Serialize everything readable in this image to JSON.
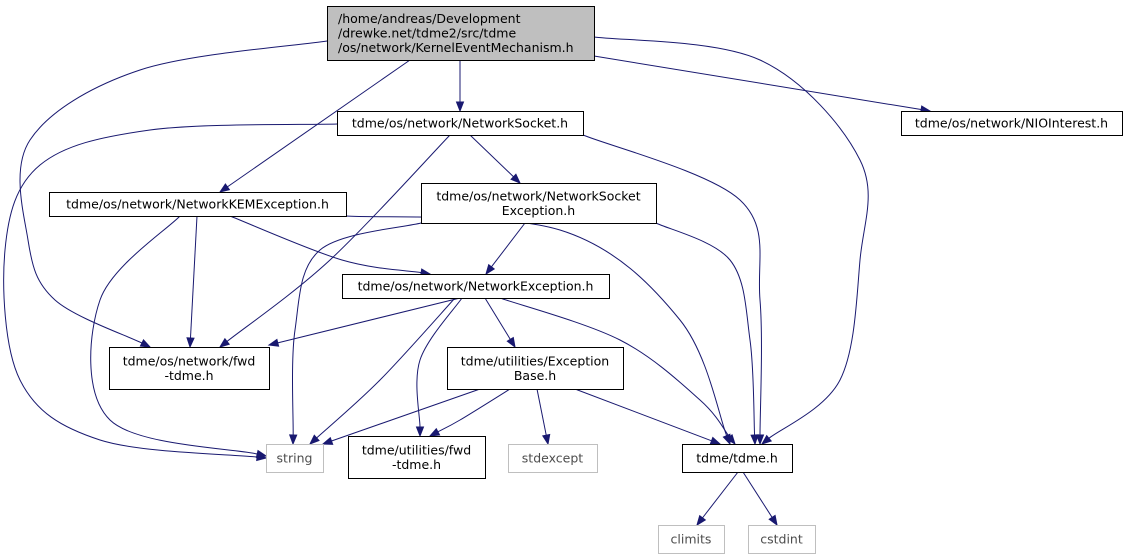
{
  "diagram": {
    "colors": {
      "edge": "#191970",
      "root_fill": "#bfbfbf",
      "node_fill": "#ffffff",
      "node_border": "#000000",
      "external_border": "#bfbfbf",
      "external_text": "#4d4d4d"
    },
    "nodes": [
      {
        "id": "root",
        "lines": [
          "/home/andreas/Development",
          "/drewke.net/tdme2/src/tdme",
          "/os/network/KernelEventMechanism.h"
        ],
        "kind": "root"
      },
      {
        "id": "networksocket",
        "lines": [
          "tdme/os/network/NetworkSocket.h"
        ],
        "kind": "normal"
      },
      {
        "id": "niointerest",
        "lines": [
          "tdme/os/network/NIOInterest.h"
        ],
        "kind": "normal"
      },
      {
        "id": "kemexception",
        "lines": [
          "tdme/os/network/NetworkKEMException.h"
        ],
        "kind": "normal"
      },
      {
        "id": "socketexception",
        "lines": [
          "tdme/os/network/NetworkSocket",
          "Exception.h"
        ],
        "kind": "normal"
      },
      {
        "id": "networkexception",
        "lines": [
          "tdme/os/network/NetworkException.h"
        ],
        "kind": "normal"
      },
      {
        "id": "netfwd",
        "lines": [
          "tdme/os/network/fwd",
          "-tdme.h"
        ],
        "kind": "normal"
      },
      {
        "id": "exceptionbase",
        "lines": [
          "tdme/utilities/Exception",
          "Base.h"
        ],
        "kind": "normal"
      },
      {
        "id": "string",
        "lines": [
          "string"
        ],
        "kind": "external"
      },
      {
        "id": "utilfwd",
        "lines": [
          "tdme/utilities/fwd",
          "-tdme.h"
        ],
        "kind": "normal"
      },
      {
        "id": "stdexcept",
        "lines": [
          "stdexcept"
        ],
        "kind": "external"
      },
      {
        "id": "tdmeh",
        "lines": [
          "tdme/tdme.h"
        ],
        "kind": "normal"
      },
      {
        "id": "climits",
        "lines": [
          "climits"
        ],
        "kind": "external"
      },
      {
        "id": "cstdint",
        "lines": [
          "cstdint"
        ],
        "kind": "external"
      }
    ],
    "edges": [
      [
        "root",
        "networksocket"
      ],
      [
        "root",
        "niointerest"
      ],
      [
        "root",
        "kemexception"
      ],
      [
        "root",
        "netfwd"
      ],
      [
        "root",
        "tdmeh"
      ],
      [
        "networksocket",
        "socketexception"
      ],
      [
        "networksocket",
        "netfwd"
      ],
      [
        "networksocket",
        "string"
      ],
      [
        "networksocket",
        "tdmeh"
      ],
      [
        "kemexception",
        "networkexception"
      ],
      [
        "kemexception",
        "netfwd"
      ],
      [
        "kemexception",
        "string"
      ],
      [
        "kemexception",
        "tdmeh"
      ],
      [
        "socketexception",
        "networkexception"
      ],
      [
        "socketexception",
        "string"
      ],
      [
        "socketexception",
        "tdmeh"
      ],
      [
        "networkexception",
        "netfwd"
      ],
      [
        "networkexception",
        "exceptionbase"
      ],
      [
        "networkexception",
        "string"
      ],
      [
        "networkexception",
        "utilfwd"
      ],
      [
        "networkexception",
        "tdmeh"
      ],
      [
        "exceptionbase",
        "string"
      ],
      [
        "exceptionbase",
        "utilfwd"
      ],
      [
        "exceptionbase",
        "stdexcept"
      ],
      [
        "exceptionbase",
        "tdmeh"
      ],
      [
        "tdmeh",
        "climits"
      ],
      [
        "tdmeh",
        "cstdint"
      ]
    ]
  }
}
